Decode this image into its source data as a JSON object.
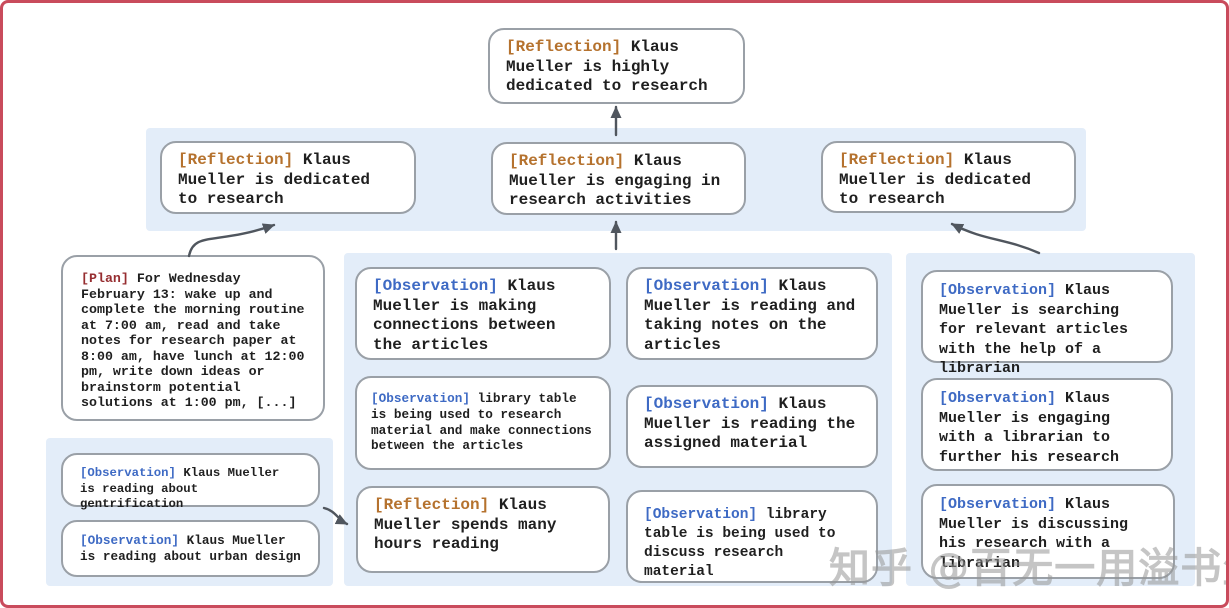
{
  "root": {
    "tag": "[Reflection]",
    "text": "Klaus Mueller is highly dedicated to research"
  },
  "reflections": [
    {
      "tag": "[Reflection]",
      "text": "Klaus Mueller is dedicated to research"
    },
    {
      "tag": "[Reflection]",
      "text": "Klaus Mueller is engaging in research activities"
    },
    {
      "tag": "[Reflection]",
      "text": "Klaus Mueller is dedicated to research"
    }
  ],
  "plan": {
    "tag": "[Plan]",
    "text": "For Wednesday February 13: wake up and complete the morning routine at 7:00 am, read and take notes for research paper at 8:00 am, have lunch at 12:00 pm, write down ideas or brainstorm potential solutions at 1:00 pm, [...]"
  },
  "left_observations": [
    {
      "tag": "[Observation]",
      "text": "Klaus Mueller is reading about gentrification"
    },
    {
      "tag": "[Observation]",
      "text": "Klaus Mueller is reading about urban design"
    }
  ],
  "middle_column_1": [
    {
      "tag": "[Observation]",
      "text": "Klaus Mueller is making connections between the articles"
    },
    {
      "tag": "[Observation]",
      "text": "library table is being used to research material and make connections between the articles"
    },
    {
      "tag": "[Reflection]",
      "text": "Klaus Mueller spends many hours reading"
    }
  ],
  "middle_column_2": [
    {
      "tag": "[Observation]",
      "text": "Klaus Mueller is reading and taking notes on the articles"
    },
    {
      "tag": "[Observation]",
      "text": "Klaus Mueller is reading the assigned material"
    },
    {
      "tag": "[Observation]",
      "text": "library table is being used to discuss research material"
    }
  ],
  "right_column": [
    {
      "tag": "[Observation]",
      "text": "Klaus Mueller is searching for relevant articles with the help of a librarian"
    },
    {
      "tag": "[Observation]",
      "text": "Klaus Mueller is engaging with a librarian to further his research"
    },
    {
      "tag": "[Observation]",
      "text": "Klaus Mueller is discussing his research with a librarian"
    }
  ],
  "watermark": "知乎 @百无一用溢书生",
  "colors": {
    "frame": "#c94b5c",
    "panel": "#e3edf9",
    "node_border": "#9aa0a7",
    "text": "#1f1f1f",
    "reflection": "#b5722e",
    "observation": "#3e6ac4",
    "plan": "#962d30",
    "arrow": "#50565e",
    "watermark": "#969696"
  }
}
